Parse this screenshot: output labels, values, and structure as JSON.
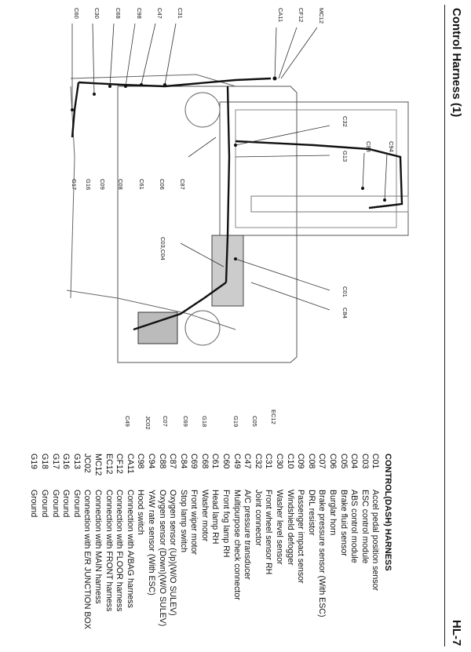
{
  "header": {
    "title": "Control Harness (1)",
    "page_number": "HL-7"
  },
  "legend": {
    "heading": "CONTROL(DASH) HARNESS",
    "items": [
      {
        "code": "C01",
        "desc": "Accel pedal position sensor"
      },
      {
        "code": "C03",
        "desc": "ESC control module"
      },
      {
        "code": "C04",
        "desc": "ABS control module"
      },
      {
        "code": "C05",
        "desc": "Brake fluid sensor"
      },
      {
        "code": "C06",
        "desc": "Burglar horn"
      },
      {
        "code": "C07",
        "desc": "Brake pressure sensor (With ESC)"
      },
      {
        "code": "C08",
        "desc": "DRL resistor"
      },
      {
        "code": "C09",
        "desc": "Passenger impact sensor"
      },
      {
        "code": "C10",
        "desc": "Windshield defogger"
      },
      {
        "code": "C30",
        "desc": "Washer level sensor"
      },
      {
        "code": "C31",
        "desc": "Front wheel sensor RH"
      },
      {
        "code": "C32",
        "desc": "Joint connector"
      },
      {
        "code": "C47",
        "desc": "A/C pressure transducer"
      },
      {
        "code": "C49",
        "desc": "Multipurpose check connector"
      },
      {
        "code": "C60",
        "desc": "Front fog lamp RH"
      },
      {
        "code": "C61",
        "desc": "Head lamp RH"
      },
      {
        "code": "C68",
        "desc": "Washer motor"
      },
      {
        "code": "C69",
        "desc": "Front wiper motor"
      },
      {
        "code": "C84",
        "desc": "Stop lamp switch"
      },
      {
        "code": "C87",
        "desc": "Oxygen sensor (Up)(W/O SULEV)"
      },
      {
        "code": "C88",
        "desc": "Oxygen sensor (Down)(W/O SULEV)"
      },
      {
        "code": "C94",
        "desc": "YAW rate sensor (With ESC)"
      },
      {
        "code": "C98",
        "desc": "Hood switch"
      },
      {
        "code": "CA11",
        "desc": "Connection with A/BAG harness"
      },
      {
        "code": "CF12",
        "desc": "Connection with FLOOR harness"
      },
      {
        "code": "EC12",
        "desc": "Connection with FRONT harness"
      },
      {
        "code": "MC12",
        "desc": "Connection with MAIN harness"
      },
      {
        "code": "JC02",
        "desc": "Connection with E/R JUNCTION BOX"
      },
      {
        "code": "G13",
        "desc": "Ground"
      },
      {
        "code": "G16",
        "desc": "Ground"
      },
      {
        "code": "G17",
        "desc": "Ground"
      },
      {
        "code": "G18",
        "desc": "Ground"
      },
      {
        "code": "G19",
        "desc": "Ground"
      }
    ]
  },
  "diagram": {
    "callouts_top": [
      "C60",
      "C30",
      "C68",
      "C98",
      "C47",
      "C31",
      "CA11",
      "CF12",
      "MC12"
    ],
    "callouts_left": [
      "G17",
      "G16",
      "C09",
      "C08",
      "C61",
      "C06",
      "C87",
      "C03,C04",
      "C07",
      "C69",
      "G18",
      "G19",
      "C05",
      "EC12",
      "JC02",
      "C49"
    ],
    "callouts_right": [
      "C32",
      "G13",
      "C88",
      "C94",
      "C01",
      "C84"
    ]
  }
}
